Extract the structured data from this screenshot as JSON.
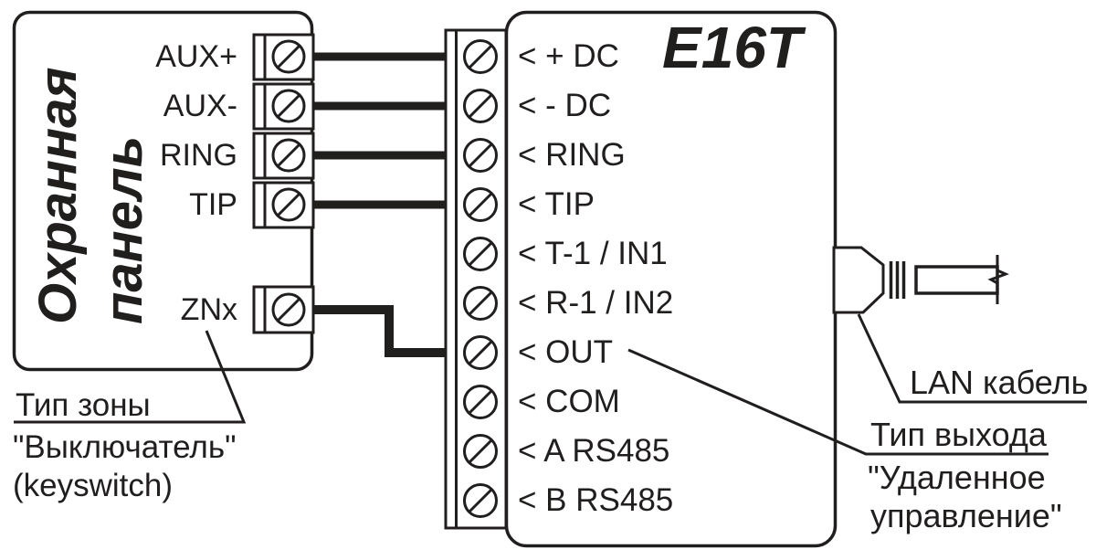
{
  "colors": {
    "line": "#211e1e",
    "background": "#ffffff"
  },
  "left_panel": {
    "title_line1": "Охранная",
    "title_line2": "панель",
    "terminals": [
      {
        "label": "AUX+"
      },
      {
        "label": "AUX-"
      },
      {
        "label": "RING"
      },
      {
        "label": "TIP"
      },
      {
        "label": "ZNx"
      }
    ]
  },
  "device": {
    "model": "E16T",
    "ports": [
      {
        "label": "< + DC"
      },
      {
        "label": "< - DC"
      },
      {
        "label": "< RING"
      },
      {
        "label": "< TIP"
      },
      {
        "label": "< T-1 / IN1"
      },
      {
        "label": "< R-1 / IN2"
      },
      {
        "label": "< OUT"
      },
      {
        "label": "< COM"
      },
      {
        "label": "< A RS485"
      },
      {
        "label": "< B RS485"
      }
    ]
  },
  "annotations": {
    "zone_type": {
      "line1": "Тип зоны",
      "line2": "\"Выключатель\"",
      "line3": "(keyswitch)"
    },
    "lan_cable": {
      "label": "LAN кабель"
    },
    "output_type": {
      "line1": "Тип выхода",
      "line2": "\"Удаленное",
      "line3": "управление\""
    }
  },
  "connections": [
    {
      "from": "AUX+",
      "to": "+ DC"
    },
    {
      "from": "AUX-",
      "to": "- DC"
    },
    {
      "from": "RING",
      "to": "RING"
    },
    {
      "from": "TIP",
      "to": "TIP"
    },
    {
      "from": "ZNx",
      "to": "OUT"
    }
  ],
  "icons": {
    "screw_terminal": "screw-terminal-icon",
    "cable_break": "cable-break-icon"
  }
}
